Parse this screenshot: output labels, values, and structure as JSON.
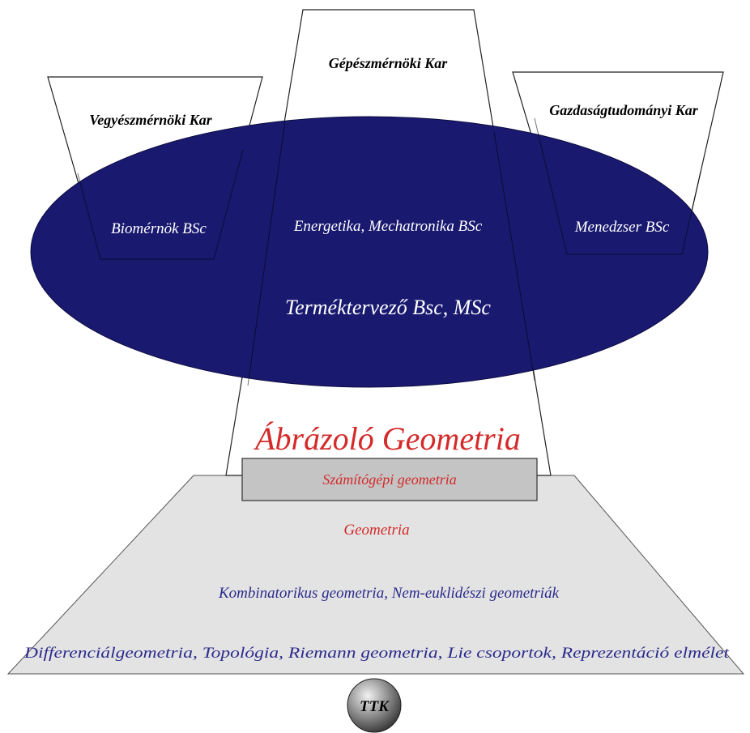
{
  "faculties": {
    "chemical": "Vegyészmérnöki Kar",
    "mechanical": "Gépészmérnöki Kar",
    "economics": "Gazdaságtudományi Kar"
  },
  "programs": {
    "bio": "Biomérnök BSc",
    "energy": "Energetika, Mechatronika BSc",
    "manager": "Menedzser BSc",
    "product_design": "Terméktervező Bsc, MSc"
  },
  "main_subject": "Ábrázoló Geometria",
  "base": {
    "computer_geometry": "Számítógépi geometria",
    "geometry": "Geometria",
    "combinatorics": "Kombinatorikus geometria, Nem-euklidészi geometriák",
    "advanced": "Differenciálgeometria, Topológia, Riemann geometria, Lie csoportok, Reprezentáció elmélet"
  },
  "foundation": "TTK",
  "colors": {
    "ellipse": "#191970",
    "program_text": "#ffffff",
    "red_text": "#d42a2a",
    "blue_text": "#2b2b8c",
    "base_fill": "#e3e3e3",
    "box_fill": "#c4c4c4"
  }
}
